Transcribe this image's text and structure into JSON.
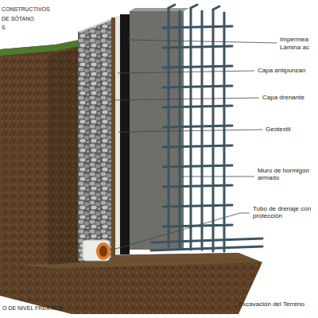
{
  "diagram": {
    "labels": [
      "CONSTRUCTIVOS",
      "DE SÓTANO",
      "S",
      "Impermea",
      "Lámina ac",
      "Capa antipunzan",
      "Capa drenante",
      "Geotextil",
      "Muro de hormigón armado",
      "Tubo de drenaje con protección",
      "Excavación del Terreno",
      "O DE NIVEL FREÁTICO"
    ]
  }
}
